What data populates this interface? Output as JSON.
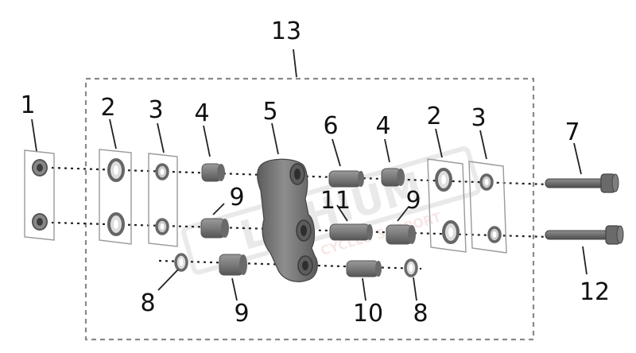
{
  "diagram": {
    "type": "exploded-parts-diagram",
    "callouts": {
      "c1": "1",
      "c2a": "2",
      "c3a": "3",
      "c4a": "4",
      "c5": "5",
      "c6": "6",
      "c4b": "4",
      "c2b": "2",
      "c3b": "3",
      "c7": "7",
      "c9a": "9",
      "c11": "11",
      "c9b": "9",
      "c8a": "8",
      "c9c": "9",
      "c10": "10",
      "c8b": "8",
      "c12": "12",
      "c13": "13"
    },
    "watermark": {
      "text": "LITHIUM",
      "subtext": "CYCLES SUPPORT"
    },
    "colors": {
      "part_fill": "#7a7a7a",
      "part_dark": "#4a4a4a",
      "part_light": "#a8a8a8",
      "outline": "#888888",
      "frame": "#8a8a8a",
      "text": "#111111"
    }
  }
}
